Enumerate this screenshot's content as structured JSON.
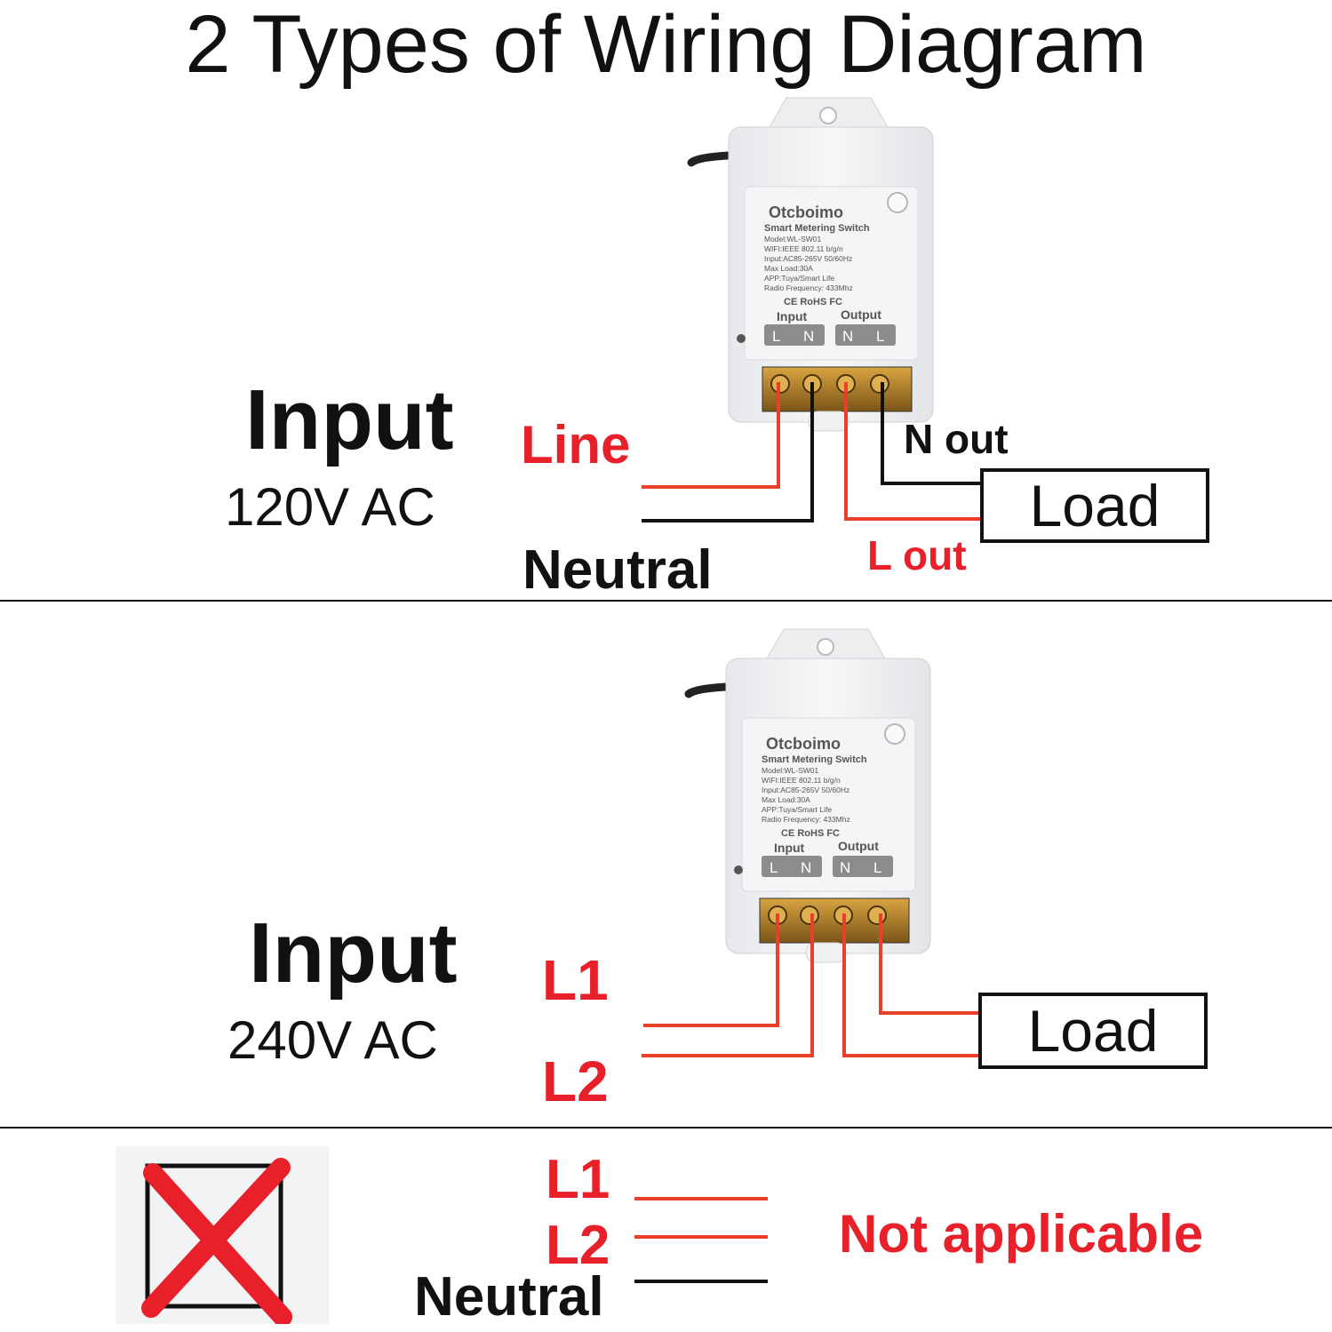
{
  "title": "2 Types of Wiring Diagram",
  "device": {
    "brand": "Otcboimo",
    "name": "Smart Metering Switch",
    "specs": [
      "Model:WL-SW01",
      "WIFI:IEEE 802.11 b/g/n",
      "Input:AC85-265V 50/60Hz",
      "Max Load:30A",
      "APP:Tuya/Smart Life",
      "Radio Frequency: 433Mhz"
    ],
    "cert_marks": "CE RoHS FC",
    "input_label": "Input",
    "output_label": "Output",
    "terminals": [
      "L",
      "N",
      "N",
      "L"
    ]
  },
  "diagram1": {
    "input_label": "Input",
    "voltage": "120V AC",
    "line_label": "Line",
    "neutral_label": "Neutral",
    "n_out_label": "N out",
    "l_out_label": "L out",
    "load_label": "Load"
  },
  "diagram2": {
    "input_label": "Input",
    "voltage": "240V AC",
    "l1_label": "L1",
    "l2_label": "L2",
    "load_label": "Load"
  },
  "not_applicable": {
    "l1_label": "L1",
    "l2_label": "L2",
    "neutral_label": "Neutral",
    "message": "Not applicable"
  },
  "colors": {
    "red_wire": "#e8402a",
    "red_text": "#e8202a",
    "black": "#111111",
    "device_body": "#f1f2f4",
    "terminal_gray": "#8a8c8e",
    "screw_brass": "#b8862a"
  }
}
